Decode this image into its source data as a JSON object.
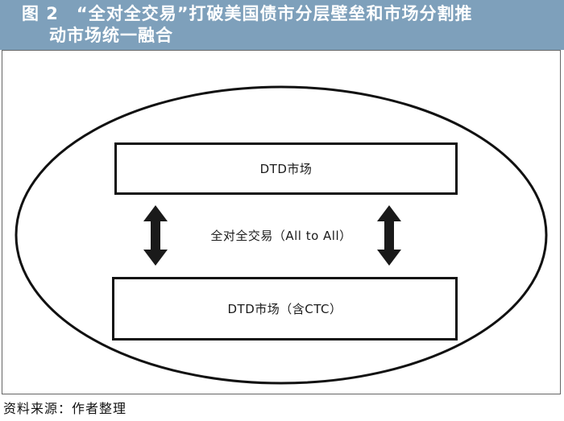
{
  "header": {
    "title_line1": "图 2　“全对全交易”打破美国债市分层壁垒和市场分割推",
    "title_line2": "动市场统一融合",
    "bg_color": "#7EA0BB",
    "text_color": "#FFFFFF"
  },
  "diagram": {
    "top_box_label": "DTD市场",
    "middle_label": "全对全交易（All to All）",
    "bottom_box_label": "DTD市场（含CTC）",
    "ellipse_stroke_color": "#111111",
    "box_border_color": "#111111",
    "arrow_color": "#1a1a1a"
  },
  "footer": {
    "source_text": "资料来源：作者整理"
  }
}
